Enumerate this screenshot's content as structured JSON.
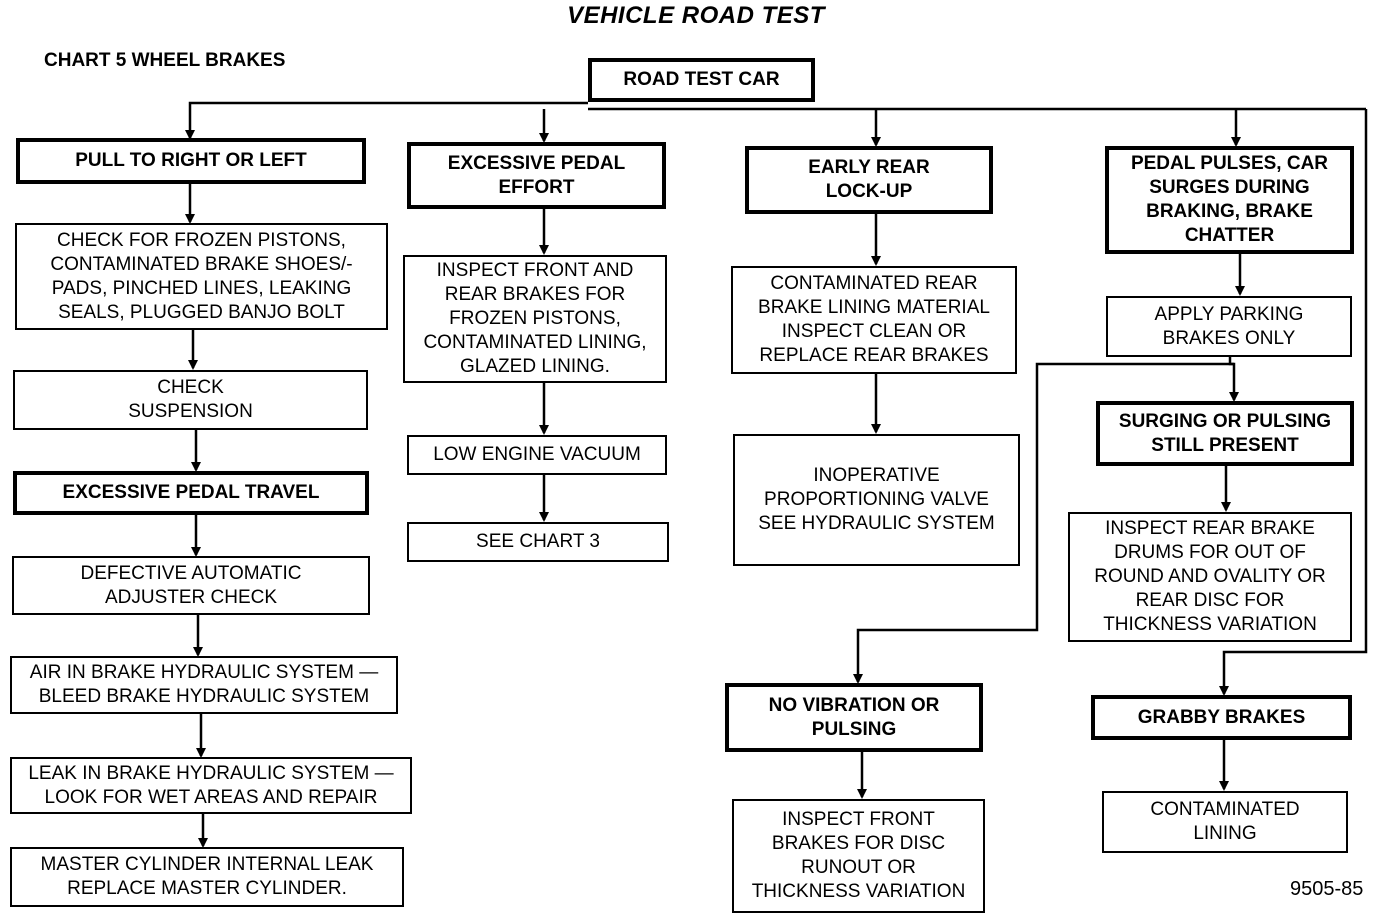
{
  "title": "VEHICLE ROAD TEST",
  "chart_label": "CHART 5  WHEEL BRAKES",
  "figure_id": "9505-85",
  "nodes": {
    "road_test": "ROAD TEST CAR",
    "pull": "PULL TO RIGHT OR LEFT",
    "check_frozen": "CHECK FOR FROZEN PISTONS,\nCONTAMINATED BRAKE SHOES/-\nPADS, PINCHED LINES, LEAKING\nSEALS, PLUGGED BANJO BOLT",
    "check_susp": "CHECK\nSUSPENSION",
    "excess_travel": "EXCESSIVE PEDAL TRAVEL",
    "defective_adj": "DEFECTIVE AUTOMATIC\nADJUSTER CHECK",
    "air_hyd": "AIR IN BRAKE HYDRAULIC SYSTEM —\nBLEED BRAKE HYDRAULIC SYSTEM",
    "leak_hyd": "LEAK IN BRAKE HYDRAULIC SYSTEM —\nLOOK FOR WET AREAS AND REPAIR",
    "master_cyl": "MASTER CYLINDER INTERNAL LEAK\nREPLACE MASTER CYLINDER.",
    "excess_effort": "EXCESSIVE PEDAL\nEFFORT",
    "inspect_fr": "INSPECT FRONT AND\nREAR BRAKES FOR\nFROZEN PISTONS,\nCONTAMINATED LINING,\nGLAZED LINING.",
    "low_vacuum": "LOW ENGINE VACUUM",
    "see_chart3": "SEE CHART 3",
    "early_rear": "EARLY REAR\nLOCK-UP",
    "contam_rear": "CONTAMINATED REAR\nBRAKE LINING MATERIAL\nINSPECT CLEAN OR\nREPLACE REAR BRAKES",
    "inop_valve": "INOPERATIVE\nPROPORTIONING VALVE\nSEE HYDRAULIC SYSTEM",
    "no_vibration": "NO VIBRATION OR\nPULSING",
    "inspect_front_disc": "INSPECT FRONT\nBRAKES FOR DISC\nRUNOUT OR\nTHICKNESS VARIATION",
    "pedal_pulses": "PEDAL PULSES, CAR\nSURGES DURING\nBRAKING, BRAKE\nCHATTER",
    "apply_parking": "APPLY PARKING\nBRAKES ONLY",
    "surging": "SURGING OR PULSING\nSTILL PRESENT",
    "inspect_drums": "INSPECT REAR BRAKE\nDRUMS FOR OUT OF\nROUND AND OVALITY OR\nREAR DISC FOR\nTHICKNESS VARIATION",
    "grabby": "GRABBY BRAKES",
    "contam_lining": "CONTAMINATED\nLINING"
  }
}
